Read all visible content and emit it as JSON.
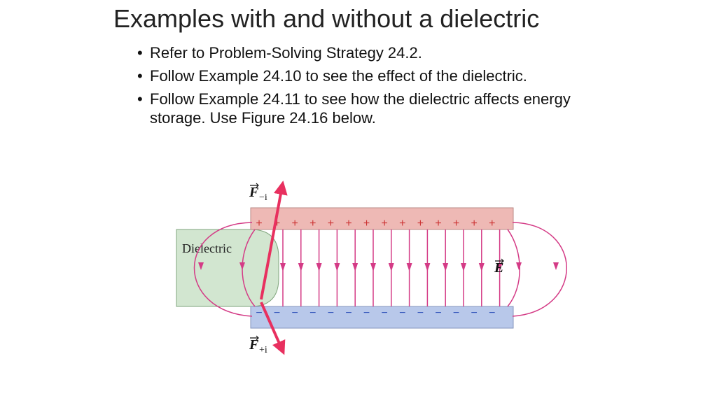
{
  "slide": {
    "title": "Examples with and without a dielectric",
    "bullets": [
      "Refer to Problem-Solving Strategy 24.2.",
      "Follow Example 24.10 to see the effect of the dielectric.",
      "Follow Example 24.11 to see how the dielectric affects energy storage. Use Figure 24.16 below."
    ]
  },
  "figure": {
    "dielectric_label": "Dielectric",
    "field_symbol": "E",
    "force_symbol": "F",
    "force_top_subscript": "−i",
    "force_bottom_subscript": "+i",
    "plus_sign": "+",
    "minus_sign": "−",
    "plus_count": 14,
    "minus_count": 14,
    "field_line_count": 13,
    "colors": {
      "top_plate": "#eeb9b5",
      "bottom_plate": "#b8c8ea",
      "dielectric": "#d2e6d0",
      "field_lines": "#d43b86",
      "force_arrows": "#e8305f",
      "plus": "#cc3333",
      "minus": "#3355bb"
    }
  }
}
